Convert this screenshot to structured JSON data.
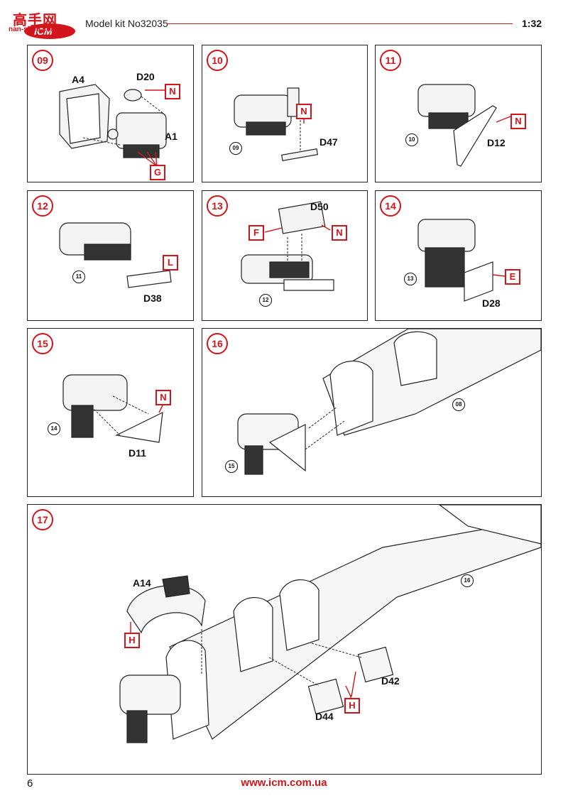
{
  "header": {
    "watermark": "高手网",
    "watermark_sub": "nan-shou.com",
    "kit_label": "Model kit No32035",
    "scale": "1:32"
  },
  "steps": [
    {
      "num": "09",
      "labels": [
        "A4",
        "D20",
        "A1"
      ],
      "boxes": [
        "N",
        "G"
      ]
    },
    {
      "num": "10",
      "labels": [
        "D47"
      ],
      "boxes": [
        "N"
      ],
      "refs": [
        "09"
      ]
    },
    {
      "num": "11",
      "labels": [
        "D12"
      ],
      "boxes": [
        "N"
      ],
      "refs": [
        "10"
      ]
    },
    {
      "num": "12",
      "labels": [
        "D38"
      ],
      "boxes": [
        "L"
      ],
      "refs": [
        "11"
      ]
    },
    {
      "num": "13",
      "labels": [
        "D50"
      ],
      "boxes": [
        "F",
        "N"
      ],
      "refs": [
        "12"
      ]
    },
    {
      "num": "14",
      "labels": [
        "D28"
      ],
      "boxes": [
        "E"
      ],
      "refs": [
        "13"
      ]
    },
    {
      "num": "15",
      "labels": [
        "D11"
      ],
      "boxes": [
        "N"
      ],
      "refs": [
        "14"
      ]
    },
    {
      "num": "16",
      "labels": [],
      "boxes": [],
      "refs": [
        "15",
        "08"
      ]
    },
    {
      "num": "17",
      "labels": [
        "A14",
        "D42",
        "D44"
      ],
      "boxes": [
        "H",
        "H"
      ],
      "refs": [
        "16"
      ]
    }
  ],
  "footer": {
    "page_number": "6",
    "url": "www.icm.com.ua"
  },
  "colors": {
    "accent": "#d4141b"
  }
}
